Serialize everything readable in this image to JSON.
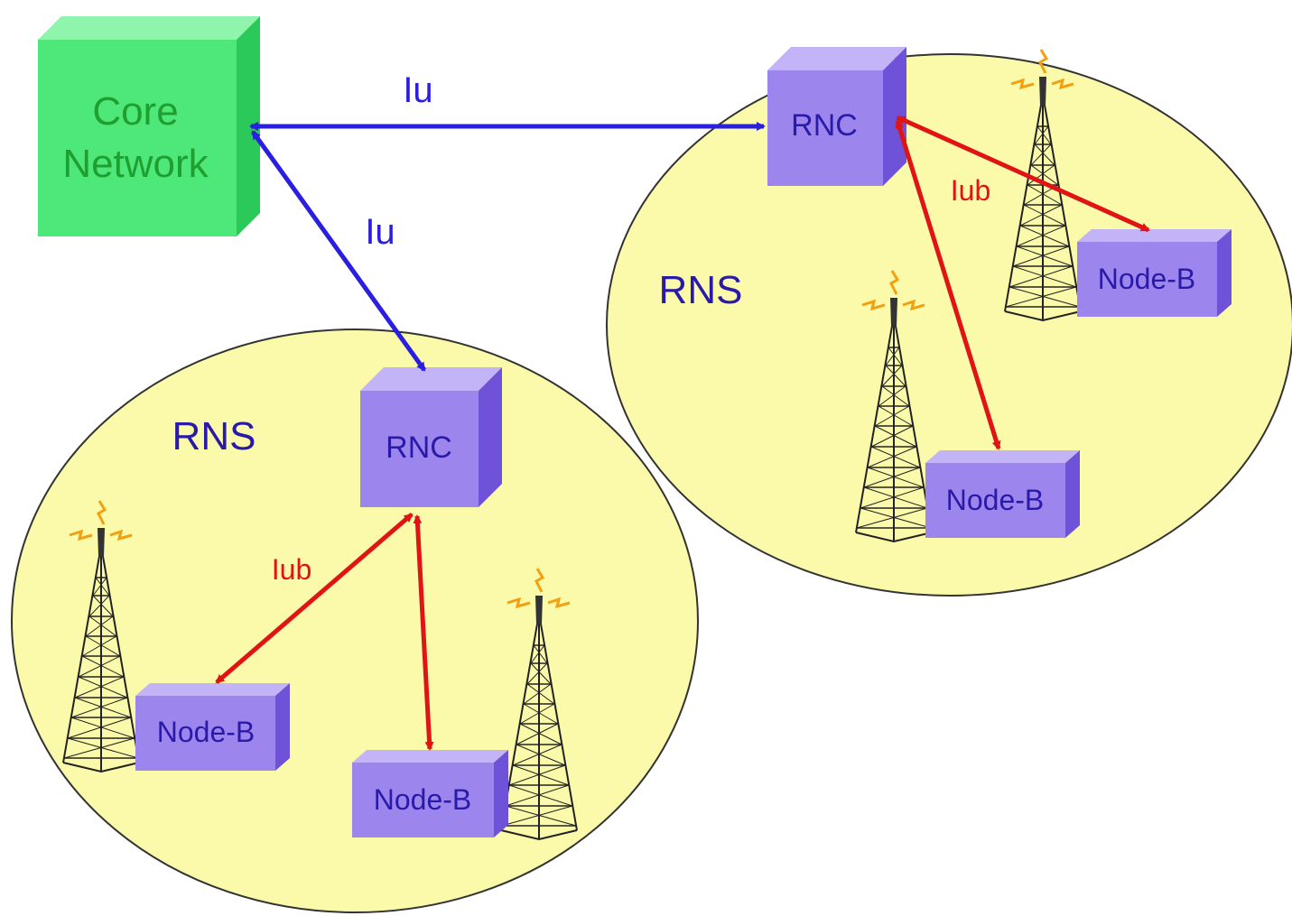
{
  "core": {
    "line1": "Core",
    "line2": "Network"
  },
  "links": {
    "iu_top": "Iu",
    "iu_left": "Iu",
    "iub_right": "Iub",
    "iub_left": "Iub"
  },
  "rns_right": {
    "label": "RNS",
    "rnc": "RNC",
    "nodeb_top": "Node-B",
    "nodeb_bottom": "Node-B"
  },
  "rns_left": {
    "label": "RNS",
    "rnc": "RNC",
    "nodeb_left": "Node-B",
    "nodeb_right": "Node-B"
  },
  "colors": {
    "core": "#4ee87a",
    "rnc": "#9d85ee",
    "rns_area": "#fafaaa",
    "iu_link": "#2a1ee0",
    "iub_link": "#e01414",
    "text_dark": "#2a1aa8",
    "core_text": "#1f9f2f"
  }
}
